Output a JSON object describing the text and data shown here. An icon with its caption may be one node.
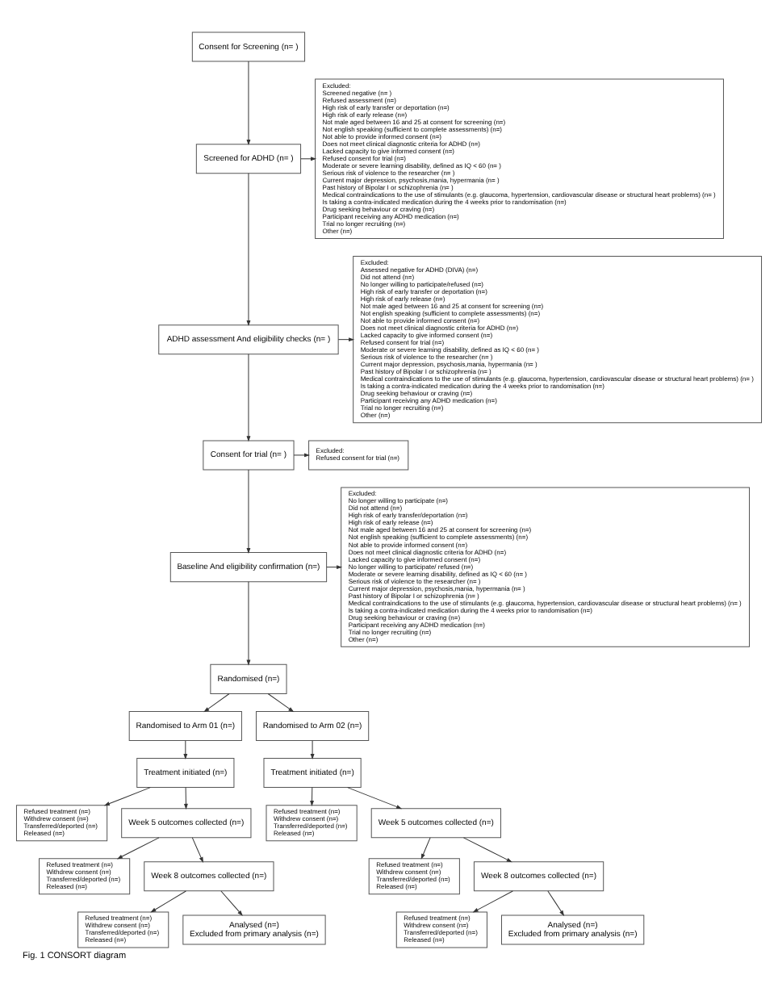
{
  "diagram": {
    "caption": "Fig. 1 CONSORT diagram",
    "nodes": [
      {
        "text": [
          "Consent for Screening (n= )"
        ]
      },
      {
        "text": [
          "Screened for ADHD (n= )"
        ]
      },
      {
        "text": [
          "Excluded:",
          "Screened negative (n= )",
          "Refused assessment (n=)",
          "High risk of early transfer or deportation (n=)",
          "High risk of early release (n=)",
          "Not male aged between 16 and 25 at consent for screening (n=)",
          "Not english speaking (sufficient to complete assessments) (n=)",
          "Not able to provide informed consent (n=)",
          "Does not meet clinical diagnostic criteria for ADHD (n=)",
          "Lacked capacity to give informed consent (n=)",
          "Refused consent for trial (n=)",
          "Moderate or severe learning disability, defined as IQ < 60 (n= )",
          "Serious risk of violence to the researcher (n= )",
          "Current major depression, psychosis,mania, hypermania (n= )",
          "Past history of Bipolar I or schizophrenia (n= )",
          "Medical contraindications to the use of stimulants (e.g. glaucoma, hypertension, cardiovascular disease or structural heart problems) (n= )",
          "Is taking a contra-indicated medication during the 4 weeks prior to randomisation (n=)",
          "Drug seeking behaviour or craving (n=)",
          "Participant receiving any ADHD medication (n=)",
          "Trial no longer recruiting (n=)",
          "Other (n=)"
        ]
      },
      {
        "text": [
          "ADHD assessment And eligibility checks (n= )"
        ]
      },
      {
        "text": [
          "Excluded:",
          "Assessed negative for ADHD (DIVA) (n=)",
          "Did not attend (n=)",
          "No longer willing to participate/refused (n=)",
          "High risk of early transfer or deportation (n=)",
          "High risk of early release (n=)",
          "Not male aged between 16 and 25 at consent for screening (n=)",
          "Not english speaking (sufficient to complete assessments) (n=)",
          "Not able to provide informed consent (n=)",
          "Does not meet clinical diagnostic criteria for ADHD (n=)",
          "Lacked capacity to give informed consent (n=)",
          "Refused consent for trial (n=)",
          "Moderate or severe learning disability, defined as IQ < 60 (n= )",
          "Serious risk of violence to the researcher (n= )",
          "Current major depression, psychosis,mania, hypermania (n= )",
          "Past history of Bipolar I or schizophrenia (n= )",
          "Medical contraindications to the use of stimulants (e.g. glaucoma, hypertension, cardiovascular disease or structural heart problems) (n= )",
          "Is taking a contra-indicated medication during the 4 weeks prior to randomisation (n=)",
          "Drug seeking behaviour or craving (n=)",
          "Participant receiving any ADHD medication (n=)",
          "Trial no longer recruiting (n=)",
          "Other (n=)"
        ]
      },
      {
        "text": [
          "Consent for trial (n= )"
        ]
      },
      {
        "text": [
          "Excluded:",
          "Refused consent for trial (n=)"
        ]
      },
      {
        "text": [
          "Baseline And eligibility confirmation (n=)"
        ]
      },
      {
        "text": [
          "Excluded:",
          "No longer willing to participate (n=)",
          "Did not attend (n=)",
          "High risk of early transfer/deportation (n=)",
          "High risk of early release (n=)",
          "Not male aged between 16 and 25 at consent for screening (n=)",
          "Not english speaking (sufficient to complete assessments) (n=)",
          "Not able to provide informed consent (n=)",
          "Does not meet clinical diagnostic criteria for ADHD (n=)",
          "Lacked capacity to give informed consent (n=)",
          "No longer willing to participate/ refused (n=)",
          "Moderate or severe learning disability, defined as IQ < 60 (n= )",
          "Serious risk of violence to the researcher (n= )",
          "Current major depression, psychosis,mania, hypermania (n= )",
          "Past history of Bipolar I or schizophrenia (n= )",
          "Medical contraindications to the use of stimulants (e.g. glaucoma, hypertension, cardiovascular disease or structural heart problems) (n= )",
          "Is taking a contra-indicated medication during the 4 weeks prior to randomisation (n=)",
          "Drug seeking behaviour or craving (n=)",
          "Participant receiving any ADHD medication (n=)",
          "Trial no longer recruiting (n=)",
          "Other (n=)"
        ]
      },
      {
        "text": [
          "Randomised (n=)"
        ]
      },
      {
        "text": [
          "Randomised to Arm 01 (n=)"
        ]
      },
      {
        "text": [
          "Randomised to Arm 02 (n=)"
        ]
      },
      {
        "text": [
          "Refused treatment (n=)",
          "Withdrew consent (n=)",
          "Transferred/deported (n=)",
          "Released (n=)"
        ]
      },
      {
        "text": [
          "Treatment initiated (n=)"
        ]
      },
      {
        "text": [
          "Treatment initiated (n=)"
        ]
      },
      {
        "text": [
          "Refused treatment (n=)",
          "Withdrew consent (n=)",
          "Transferred/deported (n=)",
          "Released (n=)"
        ]
      },
      {
        "text": [
          "Refused treatment (n=)",
          "Withdrew consent (n=)",
          "Transferred/deported (n=)",
          "Released (n=)"
        ]
      },
      {
        "text": [
          "Week 5 outcomes collected (n=)"
        ]
      },
      {
        "text": [
          "Week 5 outcomes collected (n=)"
        ]
      },
      {
        "text": [
          "Refused treatment (n=)",
          "Withdrew consent (n=)",
          "Transferred/deported (n=)",
          "Released (n=)"
        ]
      },
      {
        "text": [
          "Refused treatment (n=)",
          "Withdrew consent (n=)",
          "Transferred/deported (n=)",
          "Released (n=)"
        ]
      },
      {
        "text": [
          "Week 8 outcomes collected (n=)"
        ]
      },
      {
        "text": [
          "Week 8 outcomes collected (n=)"
        ]
      },
      {
        "text": [
          "Refused treatment (n=)",
          "Withdrew consent (n=)",
          "Transferred/deported (n=)",
          "Released (n=)"
        ]
      },
      {
        "text": [
          "Analysed (n=)",
          "Excluded from primary analysis (n=)"
        ]
      },
      {
        "text": [
          "Analysed (n=)",
          "Excluded from primary analysis (n=)"
        ]
      }
    ],
    "edges": [
      {
        "from": 0,
        "to": 1,
        "arrow": "to"
      },
      {
        "from": 1,
        "to": 2,
        "arrow": "to"
      },
      {
        "from": 1,
        "to": 3,
        "arrow": "to"
      },
      {
        "from": 3,
        "to": 4,
        "arrow": "to"
      },
      {
        "from": 3,
        "to": 5,
        "arrow": "to"
      },
      {
        "from": 5,
        "to": 6,
        "arrow": "to"
      },
      {
        "from": 5,
        "to": 7,
        "arrow": "to"
      },
      {
        "from": 7,
        "to": 8,
        "arrow": "to"
      },
      {
        "from": 7,
        "to": 9,
        "arrow": "to"
      },
      {
        "from": 9,
        "to": 10,
        "arrow": "to"
      },
      {
        "from": 9,
        "to": 11,
        "arrow": "to"
      },
      {
        "from": 10,
        "to": 13,
        "arrow": "to"
      },
      {
        "from": 11,
        "to": 14,
        "arrow": "to"
      },
      {
        "from": 13,
        "to": 12,
        "arrow": "to"
      },
      {
        "from": 13,
        "to": 17,
        "arrow": "to"
      },
      {
        "from": 14,
        "to": 15,
        "arrow": "to"
      },
      {
        "from": 14,
        "to": 18,
        "arrow": "to"
      },
      {
        "from": 17,
        "to": 16,
        "arrow": "to"
      },
      {
        "from": 17,
        "to": 21,
        "arrow": "to"
      },
      {
        "from": 18,
        "to": 19,
        "arrow": "to"
      },
      {
        "from": 18,
        "to": 22,
        "arrow": "to"
      },
      {
        "from": 21,
        "to": 20,
        "arrow": "to"
      },
      {
        "from": 21,
        "to": 24,
        "arrow": "to"
      },
      {
        "from": 22,
        "to": 23,
        "arrow": "to"
      },
      {
        "from": 22,
        "to": 25,
        "arrow": "to"
      }
    ]
  }
}
